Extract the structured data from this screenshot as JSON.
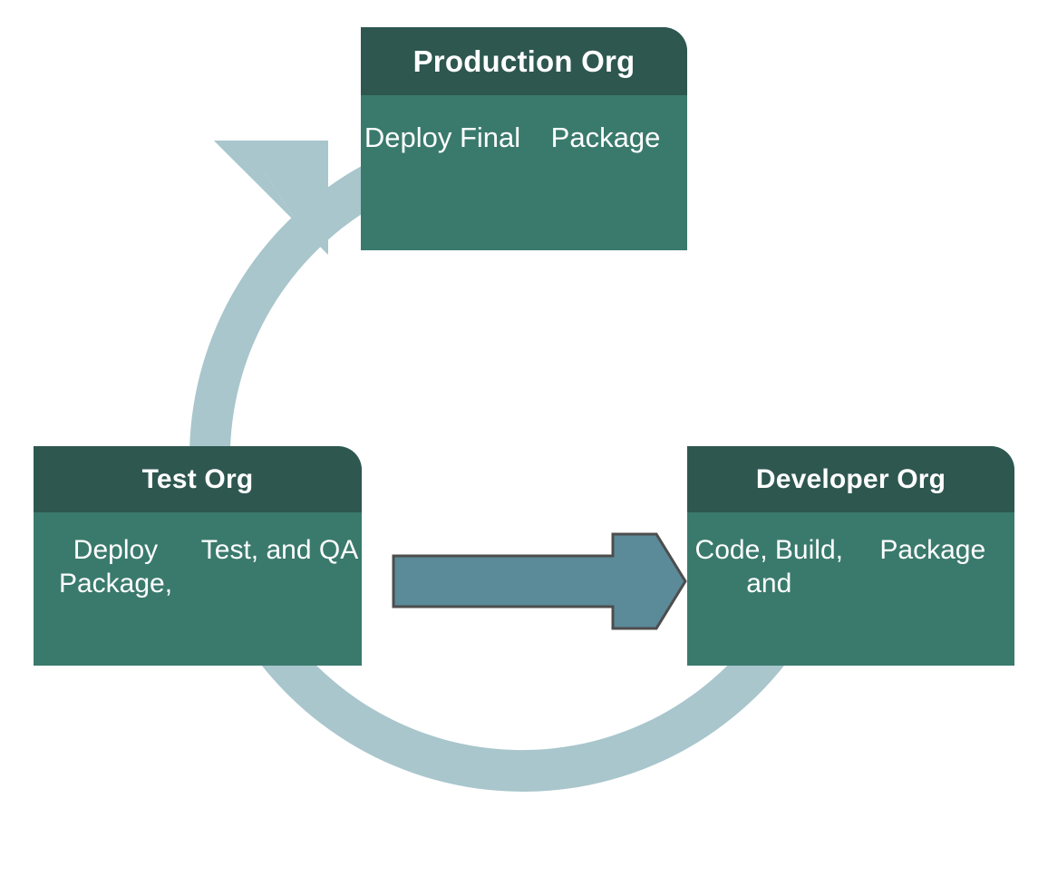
{
  "diagram": {
    "title": "Salesforce Development Lifecycle Cycle Diagram",
    "background_color": "#ffffff",
    "colors": {
      "node_header": "#2e5750",
      "node_body": "#3a7a6d",
      "node_text": "#ffffff",
      "cycle_arrow": "#a8c6cc",
      "straight_arrow_fill": "#5b8a99",
      "straight_arrow_outline": "#4d4d4d"
    },
    "nodes": [
      {
        "id": "production",
        "title": "Production  Org",
        "body_line_1": "Deploy Final",
        "body_line_2": "Package",
        "position": "top-center"
      },
      {
        "id": "test",
        "title": "Test Org",
        "body_line_1": "Deploy Package,",
        "body_line_2": "Test, and QA",
        "position": "bottom-left"
      },
      {
        "id": "developer",
        "title": "Developer Org",
        "body_line_1": "Code, Build, and",
        "body_line_2": "Package",
        "position": "bottom-right"
      }
    ],
    "connectors": [
      {
        "id": "cycle-arrow",
        "shape": "circular-arc-arrow",
        "direction": "clockwise-from-developer-to-production",
        "label": ""
      },
      {
        "id": "test-to-developer-arrow",
        "shape": "block-arrow-right",
        "from": "test",
        "to": "developer",
        "label": ""
      }
    ]
  }
}
